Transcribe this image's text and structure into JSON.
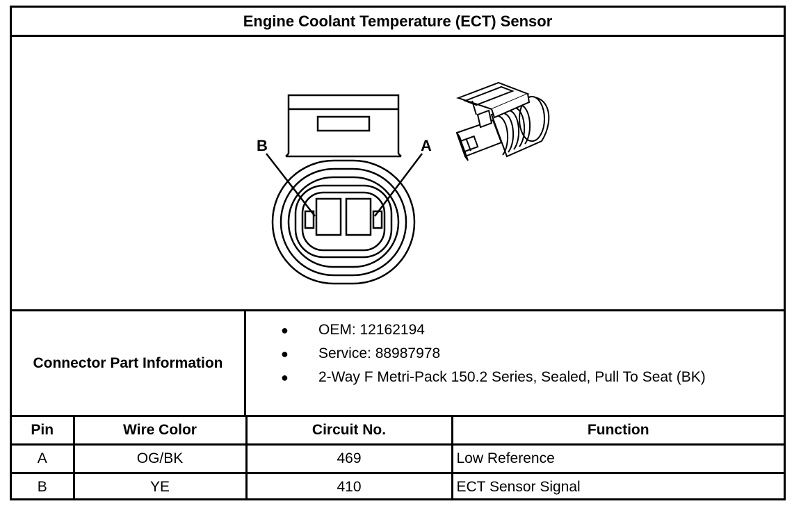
{
  "title": "Engine Coolant Temperature (ECT) Sensor",
  "diagram": {
    "pin_labels": [
      "B",
      "A"
    ]
  },
  "connector_info": {
    "label": "Connector Part Information",
    "items": [
      "OEM: 12162194",
      "Service: 88987978",
      "2-Way F Metri-Pack 150.2 Series, Sealed, Pull To Seat (BK)"
    ]
  },
  "pin_table": {
    "headers": [
      "Pin",
      "Wire Color",
      "Circuit No.",
      "Function"
    ],
    "rows": [
      [
        "A",
        "OG/BK",
        "469",
        "Low Reference"
      ],
      [
        "B",
        "YE",
        "410",
        "ECT Sensor Signal"
      ]
    ]
  }
}
